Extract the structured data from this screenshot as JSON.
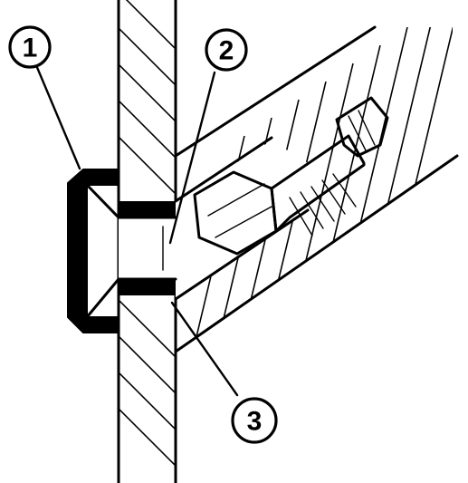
{
  "callouts": [
    {
      "id": "c1",
      "label": "1"
    },
    {
      "id": "c2",
      "label": "2"
    },
    {
      "id": "c3",
      "label": "3"
    }
  ],
  "colors": {
    "ink": "#000000",
    "paper": "#ffffff"
  }
}
